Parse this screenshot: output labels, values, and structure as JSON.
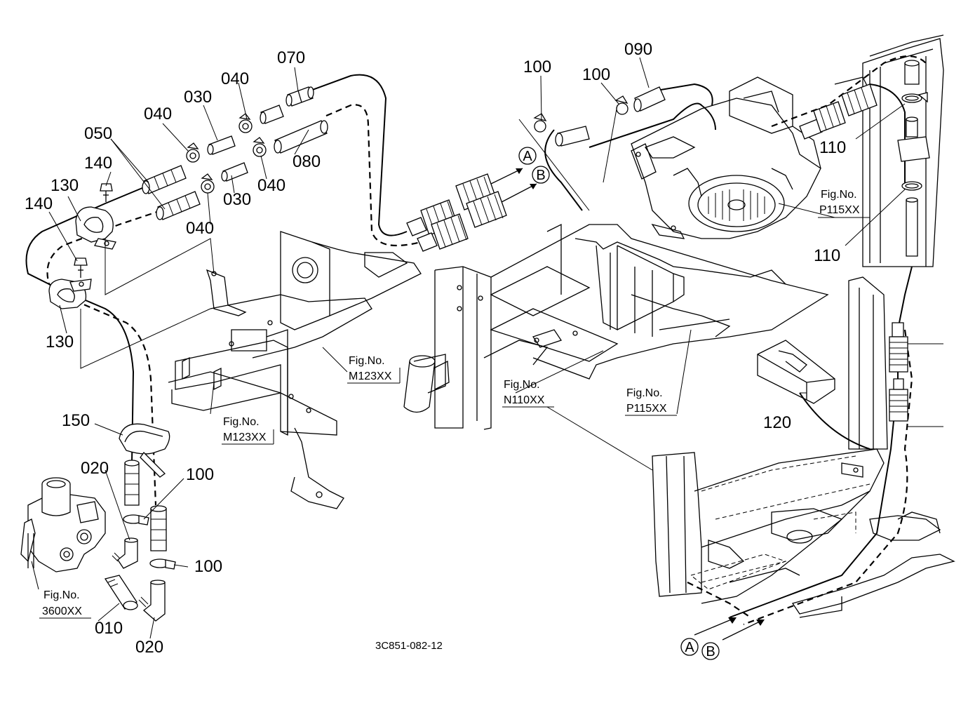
{
  "part_labels": [
    {
      "id": "p070",
      "text": "070"
    },
    {
      "id": "p040a",
      "text": "040"
    },
    {
      "id": "p030a",
      "text": "030"
    },
    {
      "id": "p040b",
      "text": "040"
    },
    {
      "id": "p050",
      "text": "050"
    },
    {
      "id": "p080",
      "text": "080"
    },
    {
      "id": "p140a",
      "text": "140"
    },
    {
      "id": "p040c",
      "text": "040"
    },
    {
      "id": "p030b",
      "text": "030"
    },
    {
      "id": "p130a",
      "text": "130"
    },
    {
      "id": "p140b",
      "text": "140"
    },
    {
      "id": "p040d",
      "text": "040"
    },
    {
      "id": "p130b",
      "text": "130"
    },
    {
      "id": "p150",
      "text": "150"
    },
    {
      "id": "p020a",
      "text": "020"
    },
    {
      "id": "p100a",
      "text": "100"
    },
    {
      "id": "p100b",
      "text": "100"
    },
    {
      "id": "p010",
      "text": "010"
    },
    {
      "id": "p020b",
      "text": "020"
    },
    {
      "id": "p100c",
      "text": "100"
    },
    {
      "id": "p100d",
      "text": "100"
    },
    {
      "id": "p090",
      "text": "090"
    },
    {
      "id": "p110a",
      "text": "110"
    },
    {
      "id": "p110b",
      "text": "110"
    },
    {
      "id": "p120",
      "text": "120"
    }
  ],
  "fig_refs": [
    {
      "id": "f1",
      "line1": "Fig.No.",
      "line2": "M123XX"
    },
    {
      "id": "f2",
      "line1": "Fig.No.",
      "line2": "M123XX"
    },
    {
      "id": "f3",
      "line1": "Fig.No.",
      "line2": "N110XX"
    },
    {
      "id": "f4",
      "line1": "Fig.No.",
      "line2": "P115XX"
    },
    {
      "id": "f5",
      "line1": "Fig.No.",
      "line2": "P115XX"
    },
    {
      "id": "f6",
      "line1": "Fig.No.",
      "line2": "3600XX"
    }
  ],
  "circle_markers": {
    "a": "A",
    "b": "B"
  },
  "drawing_code": "3C851-082-12"
}
